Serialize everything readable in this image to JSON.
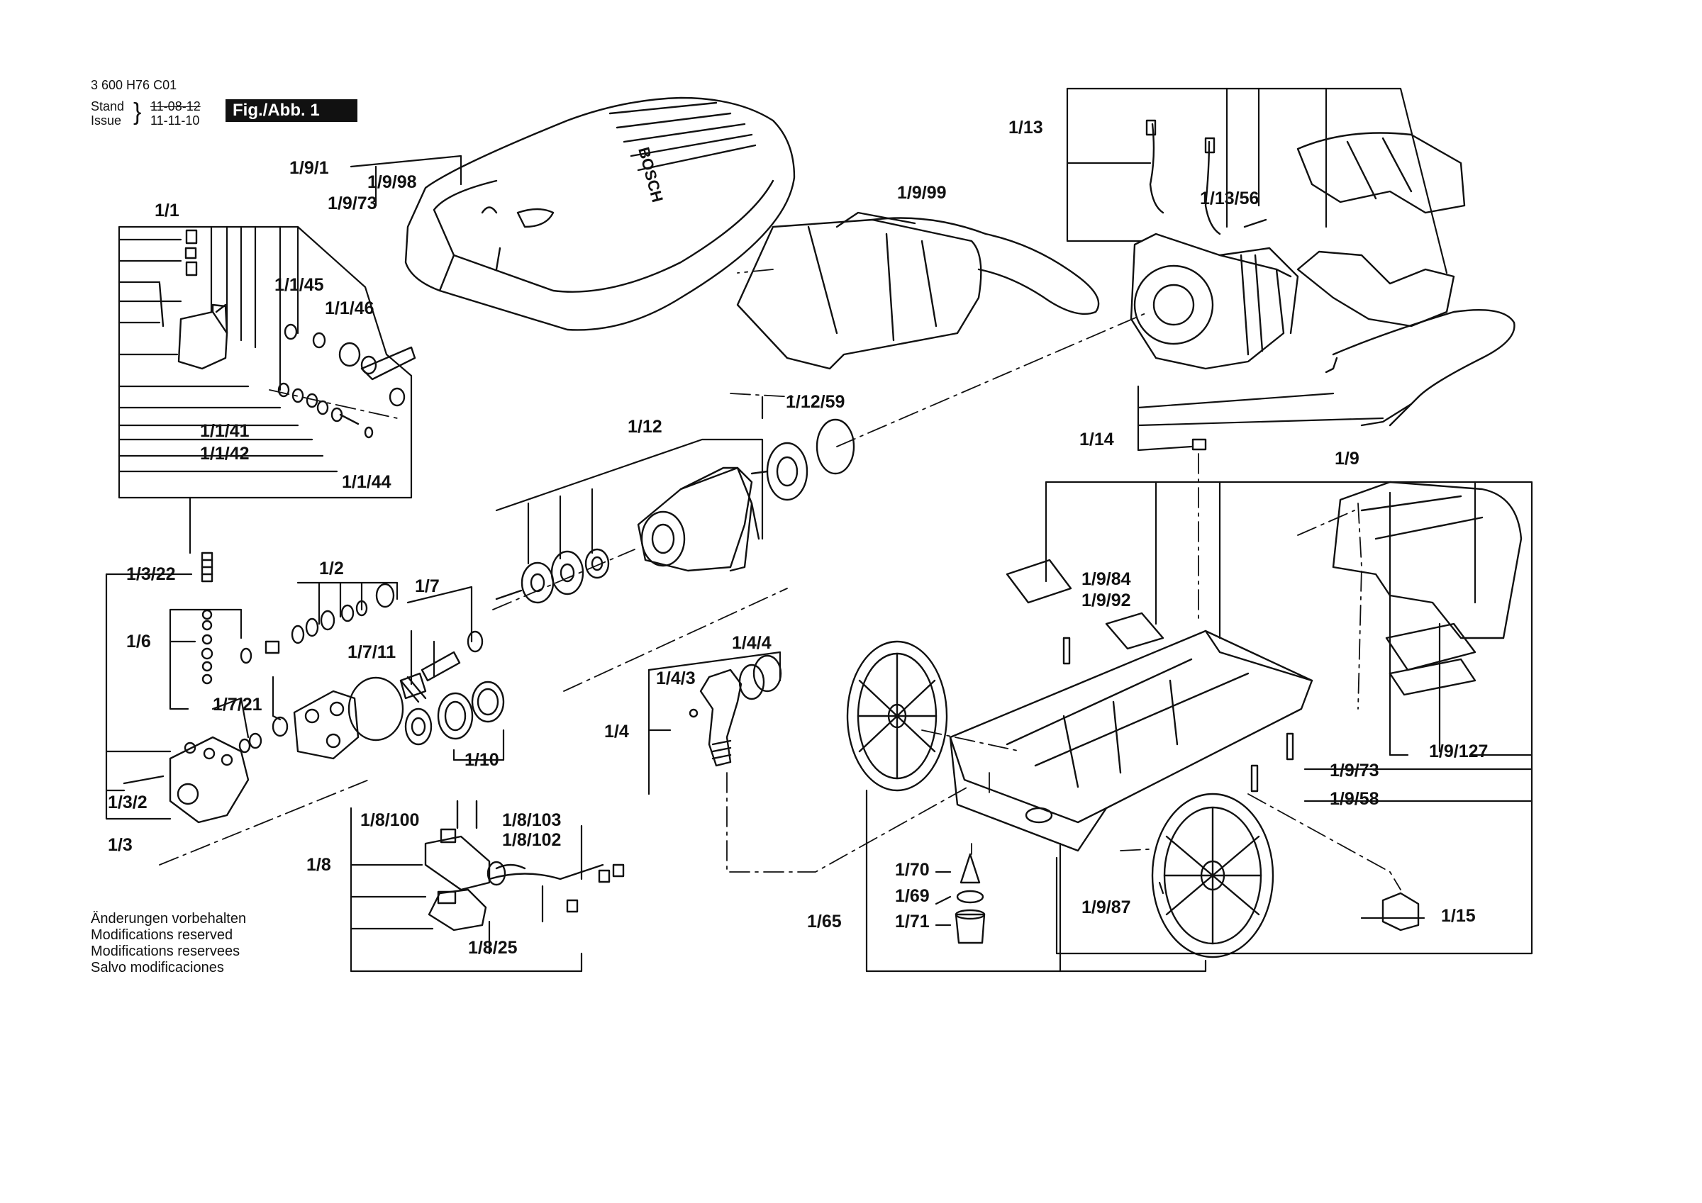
{
  "header": {
    "code": "3 600 H76 C01",
    "stand_label": "Stand",
    "issue_label": "Issue",
    "stand_date": "11-08-12",
    "issue_date": "11-11-10",
    "figure_badge": "Fig./Abb. 1"
  },
  "brand_mark": "BOSCH",
  "notes": [
    "Änderungen vorbehalten",
    "Modifications reserved",
    "Modifications reservees",
    "Salvo modificaciones"
  ],
  "part_labels": [
    "1/9/1",
    "1/9/98",
    "1/9/73",
    "1/1",
    "1/1/45",
    "1/1/46",
    "1/1/41",
    "1/1/42",
    "1/1/44",
    "1/9/99",
    "1/13",
    "1/13/56",
    "1/12/59",
    "1/12",
    "1/14",
    "1/9",
    "1/3/22",
    "1/2",
    "1/7",
    "1/6",
    "1/7/11",
    "1/4/4",
    "1/4/3",
    "1/4",
    "1/7/21",
    "1/10",
    "1/3/2",
    "1/3",
    "1/9/84",
    "1/9/92",
    "1/9/127",
    "1/9/73",
    "1/9/58",
    "1/8/100",
    "1/8/103",
    "1/8/102",
    "1/8",
    "1/70",
    "1/69",
    "1/71",
    "1/65",
    "1/9/87",
    "1/15",
    "1/8/25"
  ]
}
